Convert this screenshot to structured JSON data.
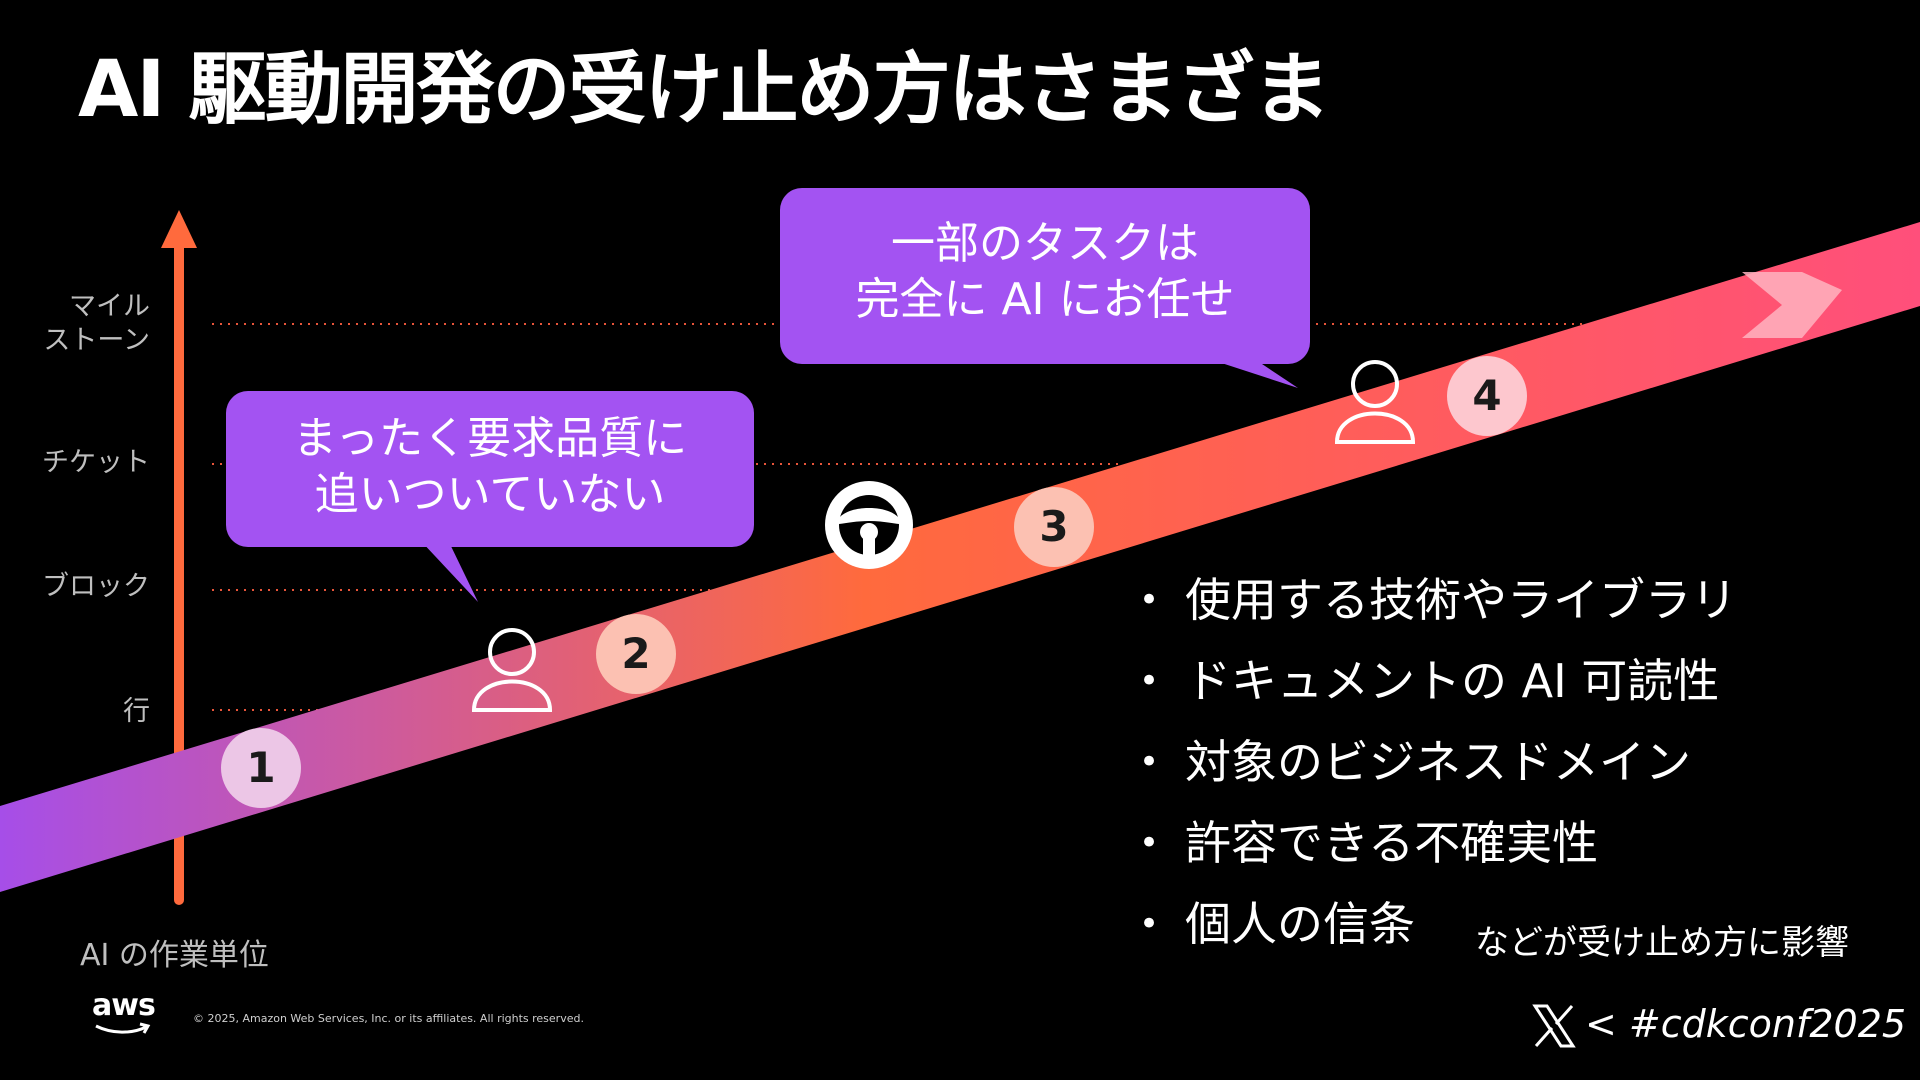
{
  "title": "AI 駆動開発の受け止め方はさまざま",
  "y_axis": {
    "labels": [
      {
        "text": "マイル\nストーン",
        "line1": "マイル",
        "line2": "ストーン"
      },
      {
        "text": "チケット"
      },
      {
        "text": "ブロック"
      },
      {
        "text": "行"
      }
    ],
    "axis_title": "AI の作業単位"
  },
  "bubbles": {
    "left": {
      "line1": "まったく要求品質に",
      "line2": "追いついていない"
    },
    "right": {
      "line1": "一部のタスクは",
      "line2": "完全に AI にお任せ"
    }
  },
  "steps": [
    "1",
    "2",
    "3",
    "4"
  ],
  "icons": [
    "person-icon",
    "steering-wheel-icon",
    "person-icon",
    "chevron-right-icon"
  ],
  "bullets": [
    "使用する技術やライブラリ",
    "ドキュメントの AI 可読性",
    "対象のビジネスドメイン",
    "許容できる不確実性",
    "個人の信条"
  ],
  "note": "などが受け止め方に影響",
  "footer": {
    "logo": "aws",
    "copyright": "© 2025, Amazon Web Services, Inc. or its affiliates. All rights reserved.",
    "hashtag": "< #cdkconf2025"
  },
  "colors": {
    "background": "#000000",
    "axis": "#ff6a3d",
    "bubble": "#a353f2",
    "band_start": "#a64ee8",
    "band_mid": "#ff6a3d",
    "band_end": "#ff4f7b"
  }
}
